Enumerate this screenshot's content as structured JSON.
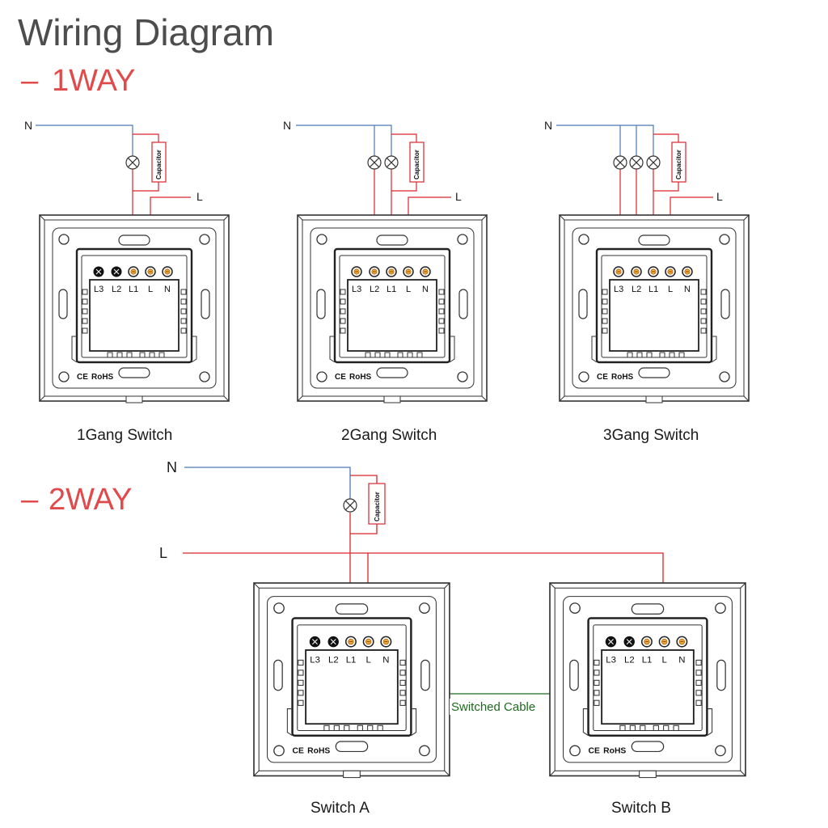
{
  "title": "Wiring Diagram",
  "sections": {
    "oneway": {
      "dash": "–",
      "label": "1WAY"
    },
    "twoway": {
      "dash": "–",
      "label": "2WAY"
    }
  },
  "colors": {
    "neutral_wire": "#4a78b5",
    "live_wire": "#d9262c",
    "switched_wire": "#1e6b1e",
    "section_red": "#e04a4a",
    "frame": "#333333"
  },
  "labels": {
    "N": "N",
    "L": "L",
    "capacitor": "Capacitor",
    "switched_cable": "Switched Cable"
  },
  "terminals": [
    "L3",
    "L2",
    "L1",
    "L",
    "N"
  ],
  "certification": {
    "ce": "CE",
    "rohs": "RoHS"
  },
  "switches": {
    "gang1": {
      "caption": "1Gang Switch",
      "lamps": 1
    },
    "gang2": {
      "caption": "2Gang Switch",
      "lamps": 2
    },
    "gang3": {
      "caption": "3Gang Switch",
      "lamps": 3
    },
    "switchA": {
      "caption": "Switch A"
    },
    "switchB": {
      "caption": "Switch B"
    }
  }
}
